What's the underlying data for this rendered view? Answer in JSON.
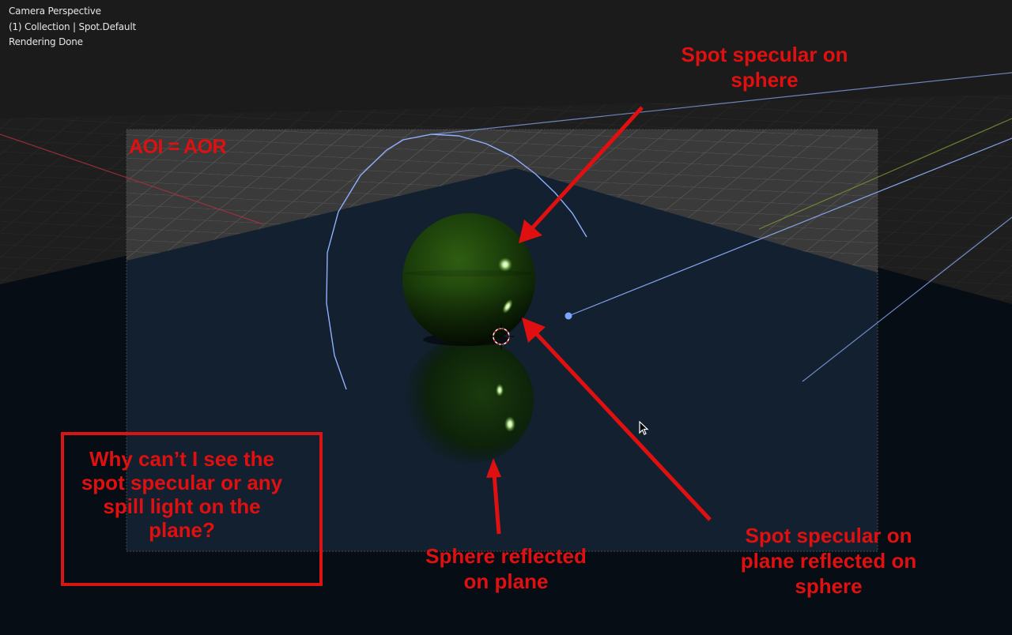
{
  "viewport": {
    "info_lines": [
      "Camera Perspective",
      "(1) Collection | Spot.Default",
      "Rendering Done"
    ],
    "view_mode": "Camera Perspective",
    "collection": "(1) Collection",
    "active_object": "Spot.Default",
    "status": "Rendering Done"
  },
  "scene": {
    "objects": [
      {
        "name": "sphere",
        "material_color": "#1f4a0c"
      },
      {
        "name": "plane",
        "color": "#13202f"
      },
      {
        "name": "spot-light",
        "color": "#8fb0ff"
      },
      {
        "name": "3d-cursor"
      }
    ],
    "colors": {
      "background": "#1b1b1b",
      "grid": "#3a3a3a",
      "camera_frame": "#2a2a2a",
      "x_axis": "#c03040",
      "y_axis": "#7a9a30",
      "light_lines": "#8fb0ff",
      "annotation": "#e01010"
    }
  },
  "annotations": {
    "aoi": "AOI = AOR",
    "top_right": [
      "Spot specular on",
      "sphere"
    ],
    "question": [
      "Why can’t I see the",
      "spot specular or any",
      "spill light on the",
      "plane?"
    ],
    "bottom_center": [
      "Sphere reflected",
      "on plane"
    ],
    "bottom_right": [
      "Spot specular on",
      "plane reflected on",
      "sphere"
    ]
  }
}
